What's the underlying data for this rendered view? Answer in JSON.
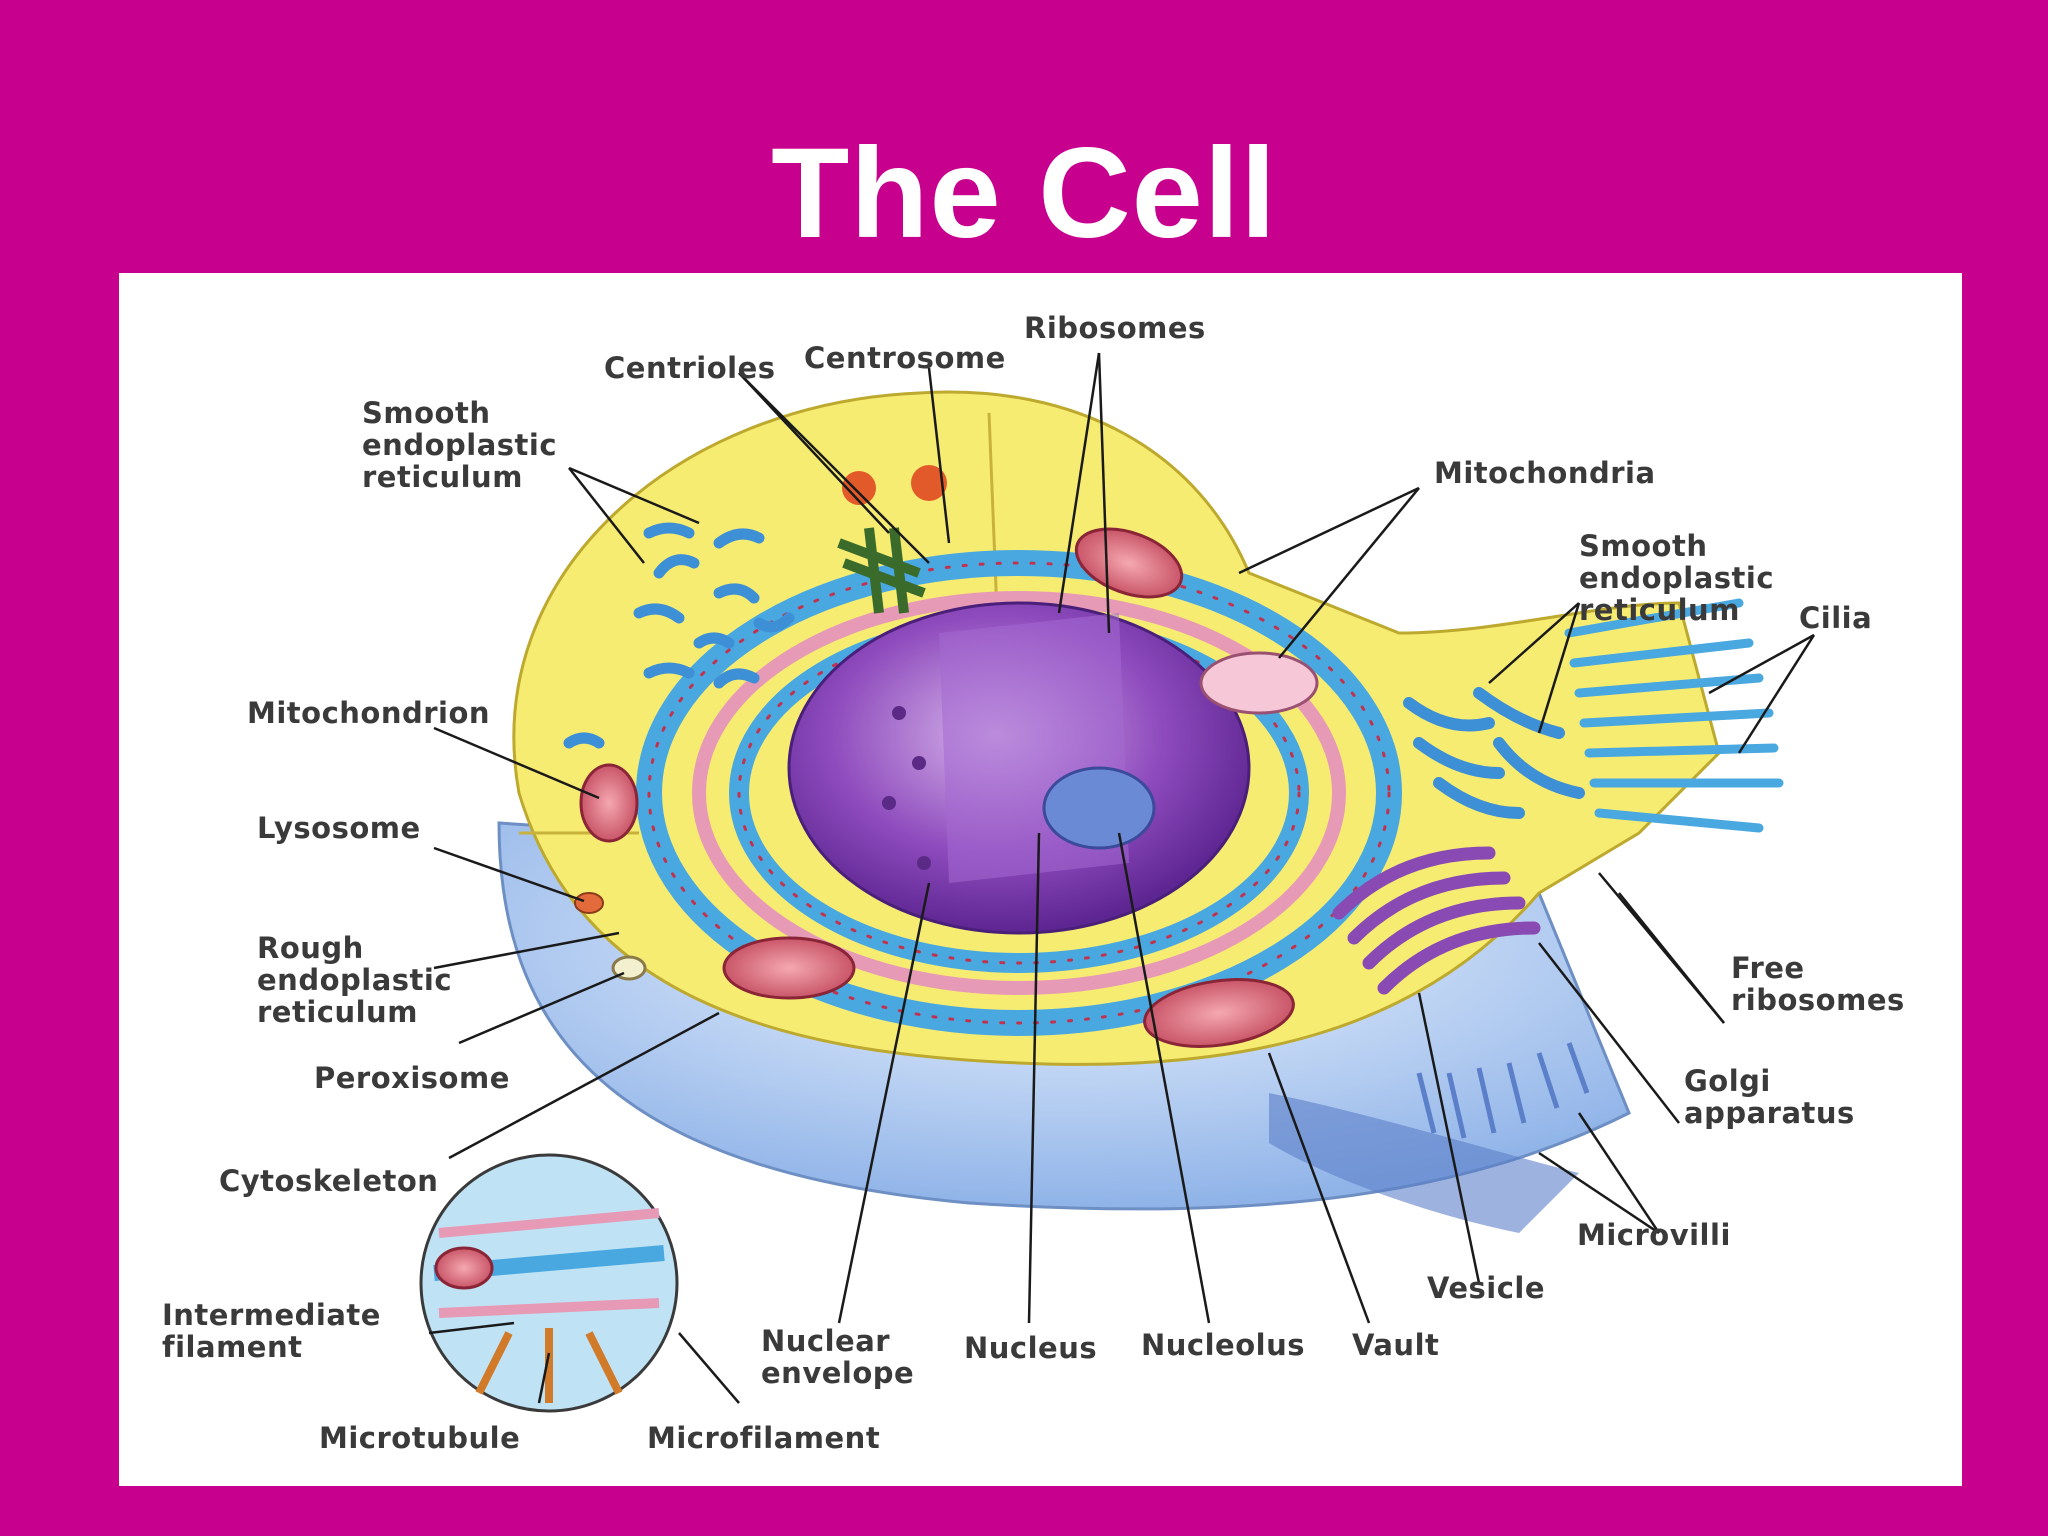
{
  "slide": {
    "title": "The Cell",
    "background_color": "#c8008e",
    "title_color": "#ffffff"
  },
  "diagram": {
    "labels": {
      "ribosomes": "Ribosomes",
      "centrioles": "Centrioles",
      "centrosome": "Centrosome",
      "smooth_er_left": [
        "Smooth",
        "endoplastic",
        "reticulum"
      ],
      "mitochondria": "Mitochondria",
      "smooth_er_right": [
        "Smooth",
        "endoplastic",
        "reticulum"
      ],
      "cilia": "Cilia",
      "mitochondrion": "Mitochondrion",
      "lysosome": "Lysosome",
      "rough_er": [
        "Rough",
        "endoplastic",
        "reticulum"
      ],
      "peroxisome": "Peroxisome",
      "cytoskeleton": "Cytoskeleton",
      "intermediate_filament": [
        "Intermediate",
        "filament"
      ],
      "microtubule": "Microtubule",
      "microfilament": "Microfilament",
      "nuclear_envelope": [
        "Nuclear",
        "envelope"
      ],
      "nucleus": "Nucleus",
      "nucleolus": "Nucleolus",
      "vault": "Vault",
      "vesicle": "Vesicle",
      "microvilli": "Microvilli",
      "golgi_apparatus": [
        "Golgi",
        "apparatus"
      ],
      "free_ribosomes": [
        "Free",
        "ribosomes"
      ]
    }
  }
}
